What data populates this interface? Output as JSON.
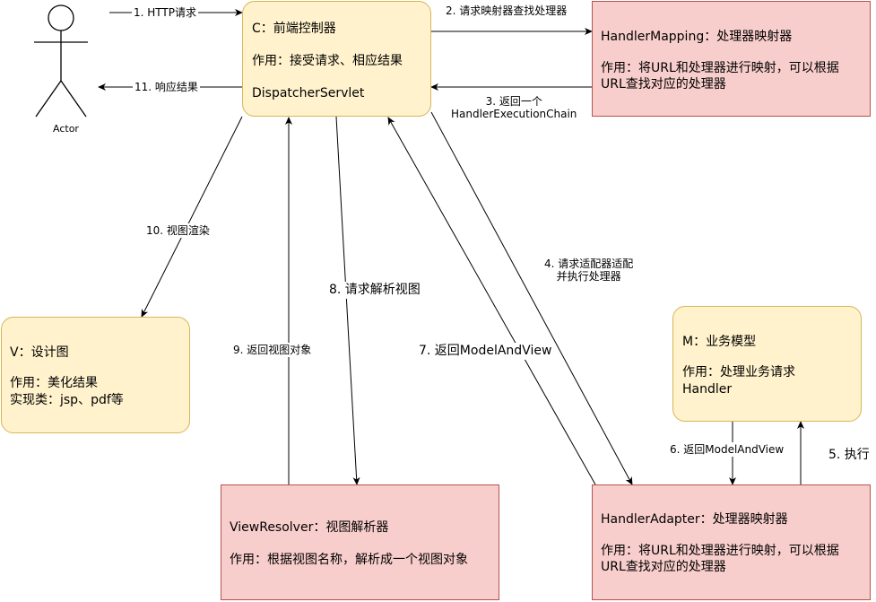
{
  "actor": {
    "label": "Actor"
  },
  "nodes": {
    "controller": {
      "title": "C：前端控制器",
      "desc": "作用：接受请求、相应结果",
      "name": "DispatcherServlet"
    },
    "handler_mapping": {
      "title": "HandlerMapping：处理器映射器",
      "desc_line1": "作用：将URL和处理器进行映射，可以根据",
      "desc_line2": "URL查找对应的处理器"
    },
    "view": {
      "title": "V：设计图",
      "desc_line1": "作用：美化结果",
      "desc_line2": "实现类：jsp、pdf等"
    },
    "model": {
      "title": "M：业务模型",
      "desc_line1": "作用：处理业务请求",
      "desc_line2": "Handler"
    },
    "view_resolver": {
      "title": "ViewResolver：视图解析器",
      "desc": "作用：根据视图名称，解析成一个视图对象"
    },
    "handler_adapter": {
      "title": "HandlerAdapter：处理器映射器",
      "desc_line1": "作用：将URL和处理器进行映射，可以根据",
      "desc_line2": "URL查找对应的处理器"
    }
  },
  "edges": {
    "e1": "1. HTTP请求",
    "e2": "2. 请求映射器查找处理器",
    "e3_line1": "3. 返回一个",
    "e3_line2": "HandlerExecutionChain",
    "e4_line1": "4. 请求适配器适配",
    "e4_line2": "并执行处理器",
    "e5": "5. 执行",
    "e6": "6. 返回ModelAndView",
    "e7": "7. 返回ModelAndView",
    "e8": "8. 请求解析视图",
    "e9": "9. 返回视图对象",
    "e10": "10. 视图渲染",
    "e11": "11. 响应结果"
  },
  "colors": {
    "yellow_fill": "#fff2cc",
    "yellow_stroke": "#d6b656",
    "red_fill": "#f8cecc",
    "red_stroke": "#b85450",
    "line": "#000000"
  }
}
